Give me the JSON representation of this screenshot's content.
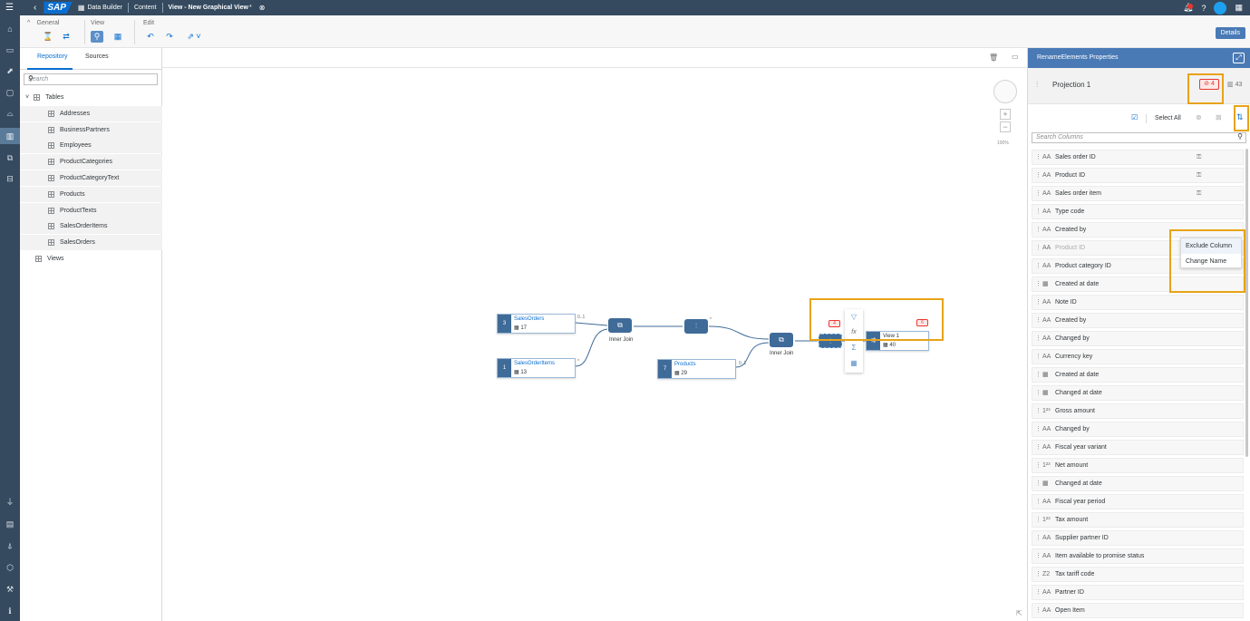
{
  "shellbar": {
    "brand": "SAP",
    "app": "Data Builder",
    "crumb1": "Content",
    "crumb2": "View - New Graphical View",
    "crumb2_mark": "*",
    "notification_count": "2"
  },
  "toolbar": {
    "general": "General",
    "view": "View",
    "edit": "Edit",
    "details": "Details"
  },
  "repository": {
    "tabs": [
      "Repository",
      "Sources"
    ],
    "search_placeholder": "Search",
    "tables_label": "Tables",
    "tables": [
      "Addresses",
      "BusinessPartners",
      "Employees",
      "ProductCategories",
      "ProductCategoryText",
      "Products",
      "ProductTexts",
      "SalesOrderItems",
      "SalesOrders"
    ],
    "views_label": "Views"
  },
  "canvas": {
    "zoom": "100%",
    "nodes": [
      {
        "num": "3",
        "title": "SalesOrders",
        "count": "17"
      },
      {
        "num": "1",
        "title": "SalesOrderItems",
        "count": "13"
      },
      {
        "num": "7",
        "title": "Products",
        "count": "29"
      },
      {
        "num": "",
        "title": "View 1",
        "count": "40"
      }
    ],
    "join1_label": "Inner Join",
    "join2_label": "Inner Join",
    "card_01a": "0..1",
    "card_star1": "*",
    "card_star2": "*",
    "card_01b": "0..1",
    "warn_projection": "4",
    "warn_view": "6"
  },
  "properties": {
    "header": "RenameElements Properties",
    "node_name": "Projection 1",
    "warning_count": "4",
    "column_count": "43",
    "select_all": "Select All",
    "search_placeholder": "Search Columns",
    "columns": [
      {
        "type": "AA",
        "name": "Sales order ID",
        "key": true
      },
      {
        "type": "AA",
        "name": "Product ID",
        "key": true
      },
      {
        "type": "AA",
        "name": "Sales order item",
        "key": true
      },
      {
        "type": "AA",
        "name": "Type code"
      },
      {
        "type": "AA",
        "name": "Created by"
      },
      {
        "type": "AA",
        "name": "Product ID",
        "dim": true
      },
      {
        "type": "AA",
        "name": "Product category ID"
      },
      {
        "type": "cal",
        "name": "Created at date"
      },
      {
        "type": "AA",
        "name": "Note ID"
      },
      {
        "type": "AA",
        "name": "Created by"
      },
      {
        "type": "AA",
        "name": "Changed by"
      },
      {
        "type": "AA",
        "name": "Currency key"
      },
      {
        "type": "cal",
        "name": "Created at date"
      },
      {
        "type": "cal",
        "name": "Changed at date"
      },
      {
        "type": "1²³",
        "name": "Gross amount"
      },
      {
        "type": "AA",
        "name": "Changed by"
      },
      {
        "type": "AA",
        "name": "Fiscal year variant"
      },
      {
        "type": "1²³",
        "name": "Net amount"
      },
      {
        "type": "cal",
        "name": "Changed at date"
      },
      {
        "type": "AA",
        "name": "Fiscal year period"
      },
      {
        "type": "1²³",
        "name": "Tax amount"
      },
      {
        "type": "AA",
        "name": "Supplier partner ID"
      },
      {
        "type": "AA",
        "name": "Item available to promise status"
      },
      {
        "type": "Z2",
        "name": "Tax tariff code"
      },
      {
        "type": "AA",
        "name": "Partner ID"
      },
      {
        "type": "AA",
        "name": "Open Item"
      }
    ],
    "context_menu": [
      "Exclude Column",
      "Change Name"
    ]
  },
  "colors": {
    "shell": "#354a5f",
    "accent": "#0a6ed1",
    "highlight": "#e8a317",
    "warning": "#e9372e"
  }
}
